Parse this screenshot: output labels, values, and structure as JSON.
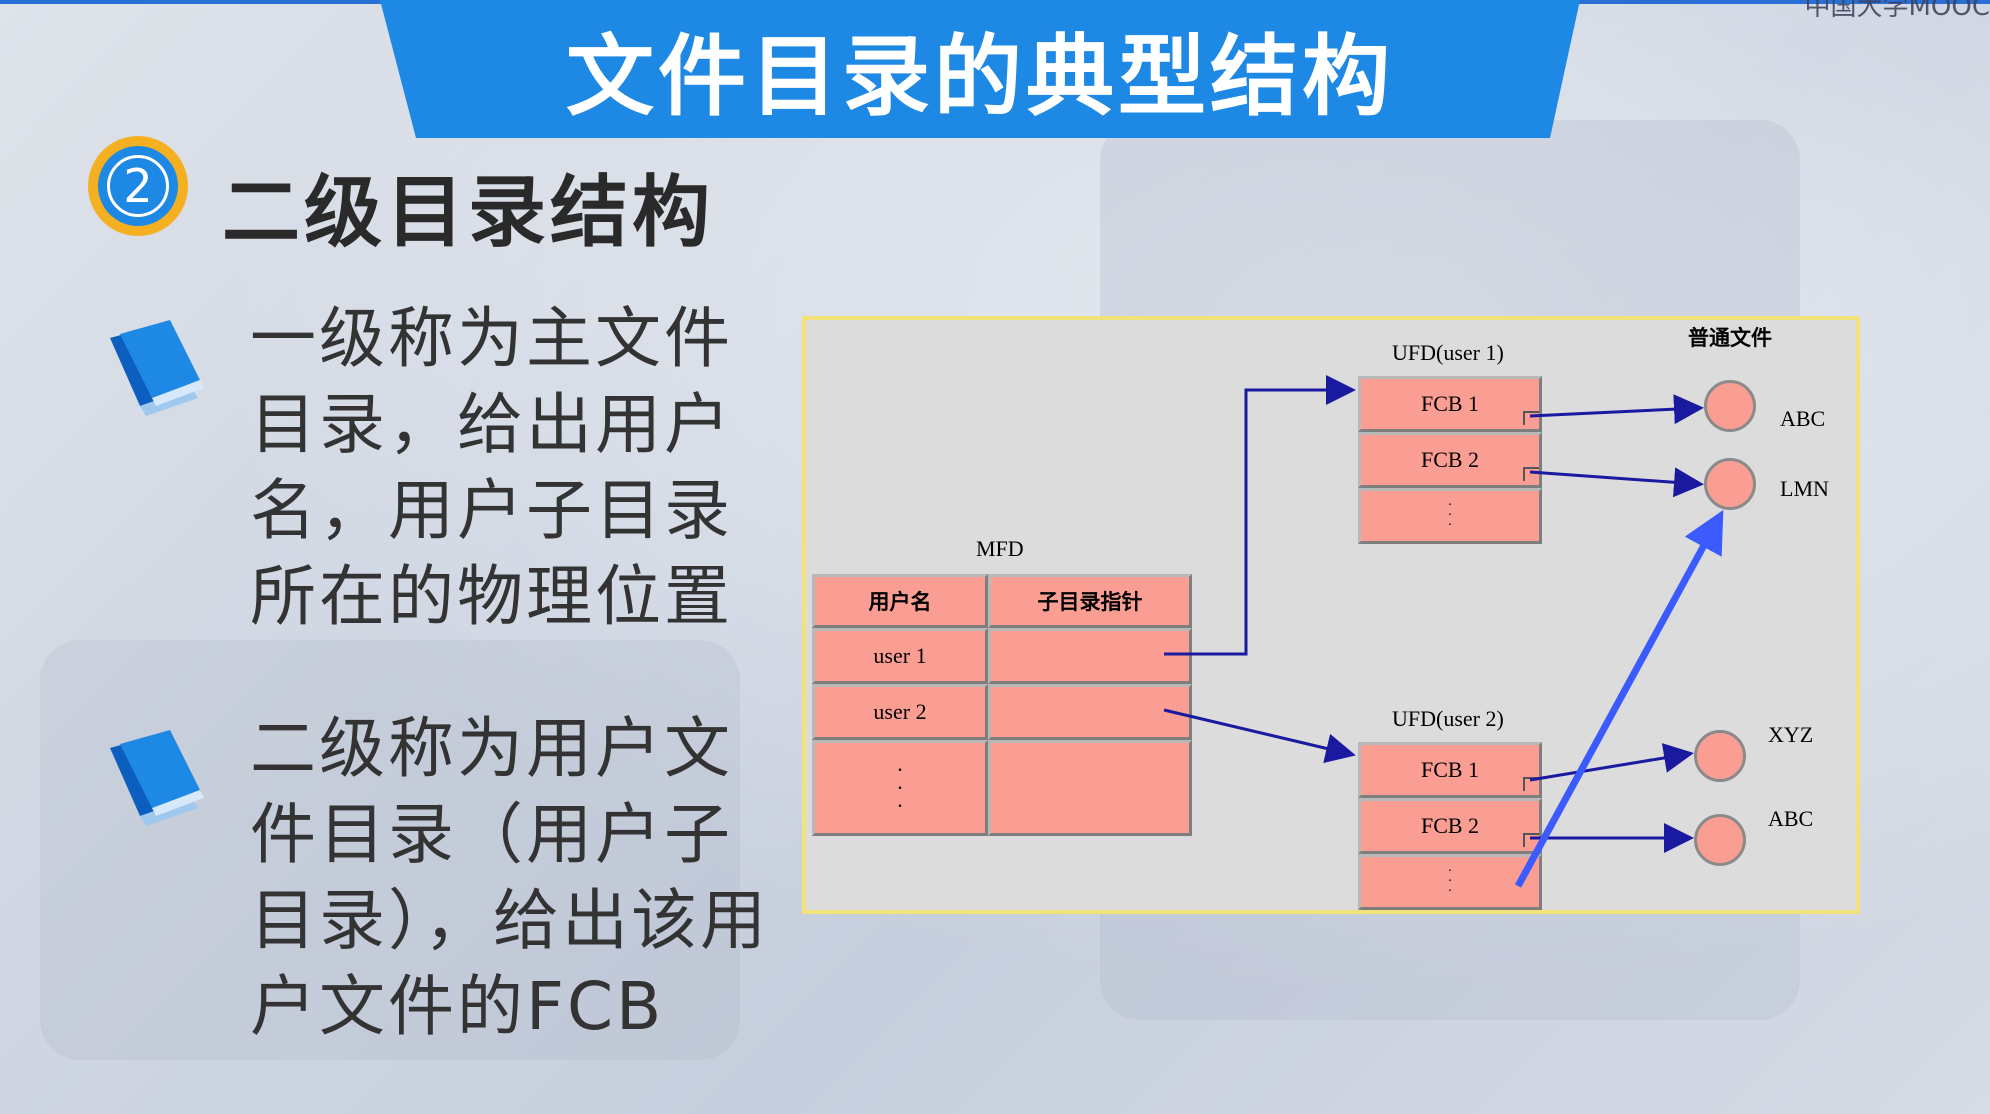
{
  "title": "文件目录的典型结构",
  "corner_logo": "中国大学MOOC",
  "section": {
    "number": "2",
    "heading": "二级目录结构"
  },
  "bullets": [
    {
      "text": "一级称为主文件目录，给出用户名，用户子目录所在的物理位置"
    },
    {
      "text": "二级称为用户文件目录（用户子目录），给出该用户文件的FCB"
    }
  ],
  "diagram": {
    "mfd_label": "MFD",
    "mfd_headers": [
      "用户名",
      "子目录指针"
    ],
    "mfd_rows": [
      "user 1",
      "user 2"
    ],
    "ellipsis": "·\n·\n·",
    "ufd1_label": "UFD(user 1)",
    "ufd2_label": "UFD(user 2)",
    "ufd1_rows": [
      "FCB 1",
      "FCB 2"
    ],
    "ufd2_rows": [
      "FCB 1",
      "FCB 2"
    ],
    "files_label": "普通文件",
    "files": [
      "ABC",
      "LMN",
      "XYZ",
      "ABC"
    ],
    "colors": {
      "cell": "#fa9e94",
      "arrow": "#1a1aa0",
      "big_arrow": "#3b5bff"
    }
  }
}
